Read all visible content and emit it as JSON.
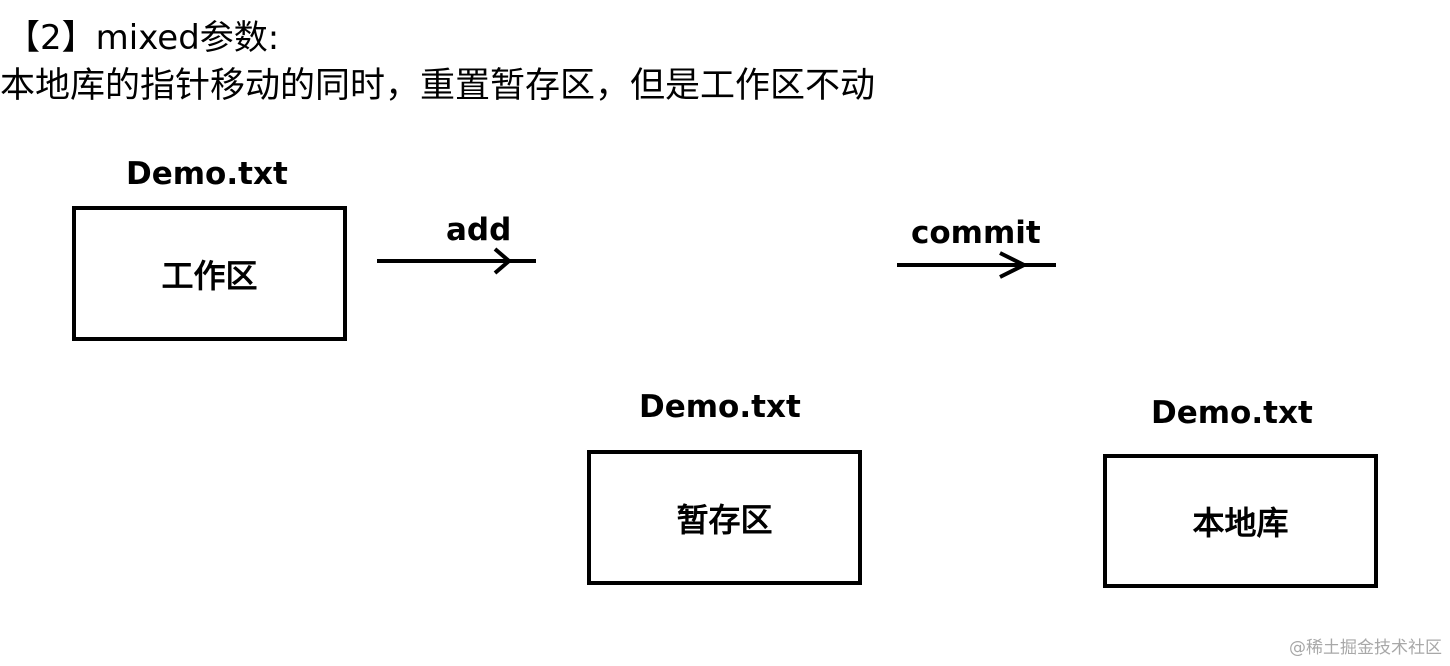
{
  "heading": {
    "title": "【2】mixed参数:",
    "description": "本地库的指针移动的同时，重置暂存区，但是工作区不动"
  },
  "areas": {
    "workspace": {
      "file": "Demo.txt",
      "label": "工作区"
    },
    "staging": {
      "file": "Demo.txt",
      "label": "暂存区"
    },
    "repository": {
      "file": "Demo.txt",
      "label": "本地库"
    }
  },
  "arrows": {
    "add": "add",
    "commit": "commit"
  },
  "watermark": "@稀土掘金技术社区"
}
